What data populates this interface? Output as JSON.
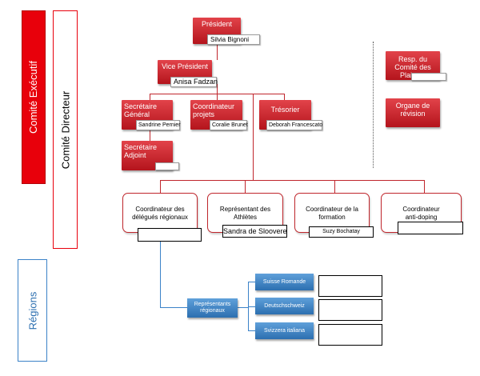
{
  "side": {
    "comite_executif": "Comité Exécutif",
    "comite_directeur": "Comité Directeur",
    "regions": "Régions"
  },
  "nodes": {
    "president": {
      "title": "Président",
      "name": "Silvia Bignoni"
    },
    "vice_president": {
      "title": "Vice Président",
      "name": "Anisa Fadzan"
    },
    "secretaire_general": {
      "title": "Secrétaire Général",
      "name": "Sandrine Pernier"
    },
    "coordinateur_projets": {
      "title": "Coordinateur projets",
      "name": "Coralie Brunet"
    },
    "tresorier": {
      "title": "Trésorier",
      "name": "Deborah Francescato"
    },
    "secretaire_adjoint": {
      "title": "Secrétaire Adjoint",
      "name": ""
    },
    "resp_plaintes": {
      "title": "Resp. du Comité des Plaintes",
      "name": ""
    },
    "organe_revision": {
      "title": "Organe de révision"
    }
  },
  "coordinators": [
    {
      "title": "Coordinateur des délégués régionaux",
      "name": ""
    },
    {
      "title": "Représentant des Athlètes",
      "name": "Sandra de Sloovere"
    },
    {
      "title": "Coordinateur de la formation",
      "name": "Suzy Bochatay"
    },
    {
      "title": "Coordinateur anti-doping",
      "name": ""
    }
  ],
  "regions": {
    "representants": "Représentants régionaux",
    "items": [
      {
        "label": "Suisse Romande",
        "name": ""
      },
      {
        "label": "Deutschschweiz",
        "name": ""
      },
      {
        "label": "Svizzera italiana",
        "name": ""
      }
    ]
  },
  "colors": {
    "accent_red": "#c0262c",
    "bright_red": "#e8000b",
    "blue": "#2c6fb0"
  }
}
